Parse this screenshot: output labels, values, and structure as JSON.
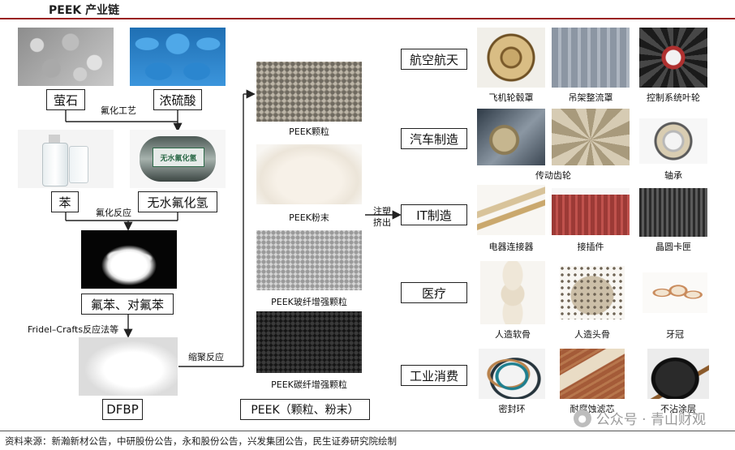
{
  "title": "PEEK 产业链",
  "raw_materials": {
    "fluorite": "萤石",
    "sulfuric_acid": "浓硫酸",
    "benzene": "苯",
    "anhydrous_hf": "无水氟化氢",
    "fluorobenzene": "氟苯、对氟苯",
    "dfbp": "DFBP",
    "tank_label": "无水氟化氢"
  },
  "processes": {
    "fluorination_process": "氟化工艺",
    "fluorination_reaction": "氟化反应",
    "friedel_crafts": "Fridel–Crafts反应法等",
    "polycondensation": "缩聚反应",
    "injection": "注塑",
    "extrusion": "挤出"
  },
  "peek_forms": {
    "granules": "PEEK颗粒",
    "powder": "PEEK粉末",
    "glass_fiber": "PEEK玻纤增强颗粒",
    "carbon_fiber": "PEEK碳纤增强颗粒",
    "product_box": "PEEK（颗粒、粉末）"
  },
  "applications": [
    {
      "field": "航空航天",
      "items": [
        "飞机轮毂罩",
        "吊架整流罩",
        "控制系统叶轮"
      ]
    },
    {
      "field": "汽车制造",
      "items": [
        "传动齿轮",
        "轴承"
      ]
    },
    {
      "field": "IT制造",
      "items": [
        "电器连接器",
        "接插件",
        "晶圆卡匣"
      ]
    },
    {
      "field": "医疗",
      "items": [
        "人造软骨",
        "人造头骨",
        "牙冠"
      ]
    },
    {
      "field": "工业消费",
      "items": [
        "密封环",
        "耐腐蚀滤芯",
        "不沾涂层"
      ]
    }
  ],
  "source": "资料来源：新瀚新材公告，中研股份公告，永和股份公告，兴发集团公告，民生证券研究院绘制",
  "watermark": "公众号 · 青山财观",
  "colors": {
    "title_rule": "#9a1f1f",
    "tank_green": "#2e6b4a"
  }
}
